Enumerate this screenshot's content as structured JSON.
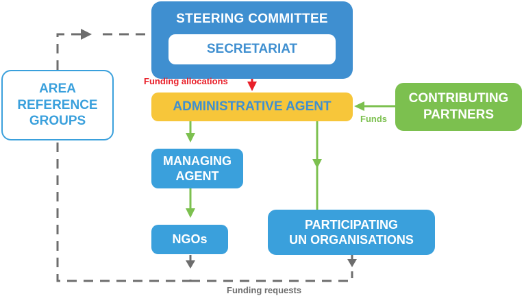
{
  "diagram": {
    "nodes": {
      "steering_committee": "STEERING COMMITTEE",
      "secretariat": "SECRETARIAT",
      "area_reference_groups": "AREA\nREFERENCE\nGROUPS",
      "administrative_agent": "ADMINISTRATIVE AGENT",
      "contributing_partners": "CONTRIBUTING\nPARTNERS",
      "managing_agent": "MANAGING\nAGENT",
      "ngos": "NGOs",
      "participating_un": "PARTICIPATING\nUN ORGANISATIONS"
    },
    "edge_labels": {
      "funding_allocations": "Funding allocations",
      "funds": "Funds",
      "funding_requests": "Funding requests"
    },
    "colors": {
      "steering_blue": "#3f8fd0",
      "node_blue": "#3aa0dc",
      "admin_yellow": "#f7c63a",
      "partner_green": "#7cc04f",
      "allocation_red": "#e8202a",
      "request_gray": "#6d6d6d"
    }
  }
}
